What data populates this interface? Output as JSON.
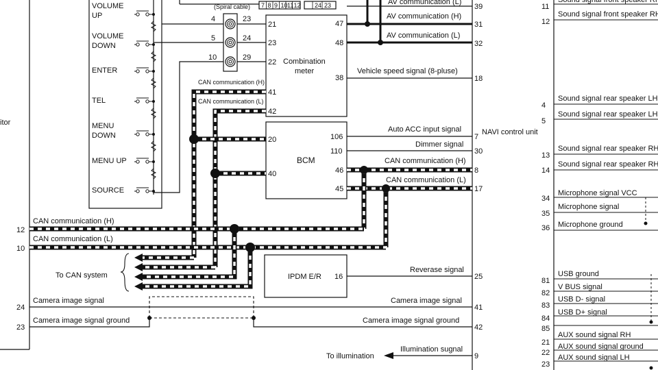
{
  "steering_switch": {
    "buttons": [
      "VOLUME\nUP",
      "VOLUME\nDOWN",
      "ENTER",
      "TEL",
      "MENU\nDOWN",
      "MENU UP",
      "SOURCE"
    ]
  },
  "spiral_cable": {
    "label": "(Spiral cable)",
    "left_pins": [
      "4",
      "5",
      "10"
    ],
    "right_pins": [
      "23",
      "24",
      "29"
    ]
  },
  "top_connector": {
    "pins_a": [
      "7",
      "8",
      "9",
      "10",
      "11",
      "12"
    ],
    "pins_b": [
      "24",
      "23"
    ]
  },
  "combination_meter": {
    "name": "Combination\nmeter",
    "left_pins": [
      "21",
      "23",
      "22",
      "41",
      "42"
    ],
    "right_pins": [
      "47",
      "48",
      "38"
    ]
  },
  "bcm": {
    "name": "BCM",
    "left_pins": [
      "20",
      "40"
    ],
    "right_pins": [
      "106",
      "110",
      "46",
      "45"
    ]
  },
  "ipdm": {
    "name": "IPDM E/R",
    "pin": "16"
  },
  "navi_unit": {
    "name": "NAVI control unit",
    "pins": [
      "39",
      "31",
      "32",
      "18",
      "7",
      "30",
      "8",
      "17",
      "25",
      "41",
      "42",
      "9"
    ]
  },
  "monitor": {
    "name_fragment": "itor",
    "pins": [
      "12",
      "10",
      "24",
      "23"
    ]
  },
  "signals": {
    "av_comm_top": "AV communication (L)",
    "av_comm_h": "AV communication (H)",
    "av_comm_l": "AV communication (L)",
    "vehicle_speed": "Vehicle speed signal (8-pluse)",
    "can_h_meter": "CAN communication (H)",
    "can_l_meter": "CAN communication (L)",
    "auto_acc": "Auto ACC input signal",
    "dimmer": "Dimmer signal",
    "can_h_bcm": "CAN communication (H)",
    "can_l_bcm": "CAN communication (L)",
    "can_h_main": "CAN communication (H)",
    "can_l_main": "CAN communication (L)",
    "to_can": "To CAN system",
    "reverse": "Reverase signal",
    "camera_left": "Camera image signal",
    "camera_gnd_left": "Camera image signal ground",
    "camera_right": "Camera image signal",
    "camera_gnd_right": "Camera image signal ground",
    "illumination": "Illumination sugnal",
    "to_illumination": "To illumination"
  },
  "right_unit": {
    "pins": [
      "11",
      "12",
      "4",
      "5",
      "13",
      "14",
      "34",
      "35",
      "36",
      "81",
      "82",
      "83",
      "84",
      "85",
      "21",
      "22",
      "23"
    ],
    "labels": [
      "Sound signal front speaker RH",
      "Sound signal front speaker RH",
      "Sound signal rear speaker LH",
      "Sound signal rear speaker LH",
      "Sound signal rear speaker RH",
      "Sound signal rear speaker RH",
      "Microphone signal VCC",
      "Microphone signal",
      "Microphone ground",
      "USB ground",
      "V BUS signal",
      "USB D- signal",
      "USB D+ signal",
      "AUX sound signal RH",
      "AUX sound signal ground",
      "AUX sound signal LH"
    ]
  }
}
